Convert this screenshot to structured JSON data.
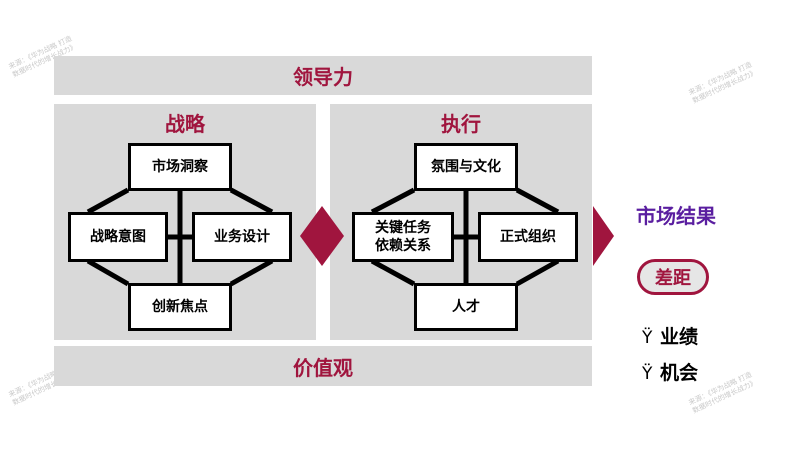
{
  "top_band": {
    "label": "领导力"
  },
  "bottom_band": {
    "label": "价值观"
  },
  "strategy": {
    "title": "战略",
    "boxes": {
      "top": "市场洞察",
      "left": "战略意图",
      "right": "业务设计",
      "bottom": "创新焦点"
    }
  },
  "execution": {
    "title": "执行",
    "boxes": {
      "top": "氛围与文化",
      "left": "关键任务\n依赖关系",
      "right": "正式组织",
      "bottom": "人才"
    }
  },
  "result": {
    "title": "市场结果",
    "gap_label": "差距",
    "bullet_mark": "Ÿ",
    "bullets": [
      "业绩",
      "机会"
    ]
  },
  "watermarks": {
    "line1": "来源：《华为战略 打造",
    "line2": "数据时代的增长战力》"
  },
  "colors": {
    "accent": "#a0153e",
    "result_title": "#5a1ea0",
    "panel_bg": "#d9d9d9"
  }
}
